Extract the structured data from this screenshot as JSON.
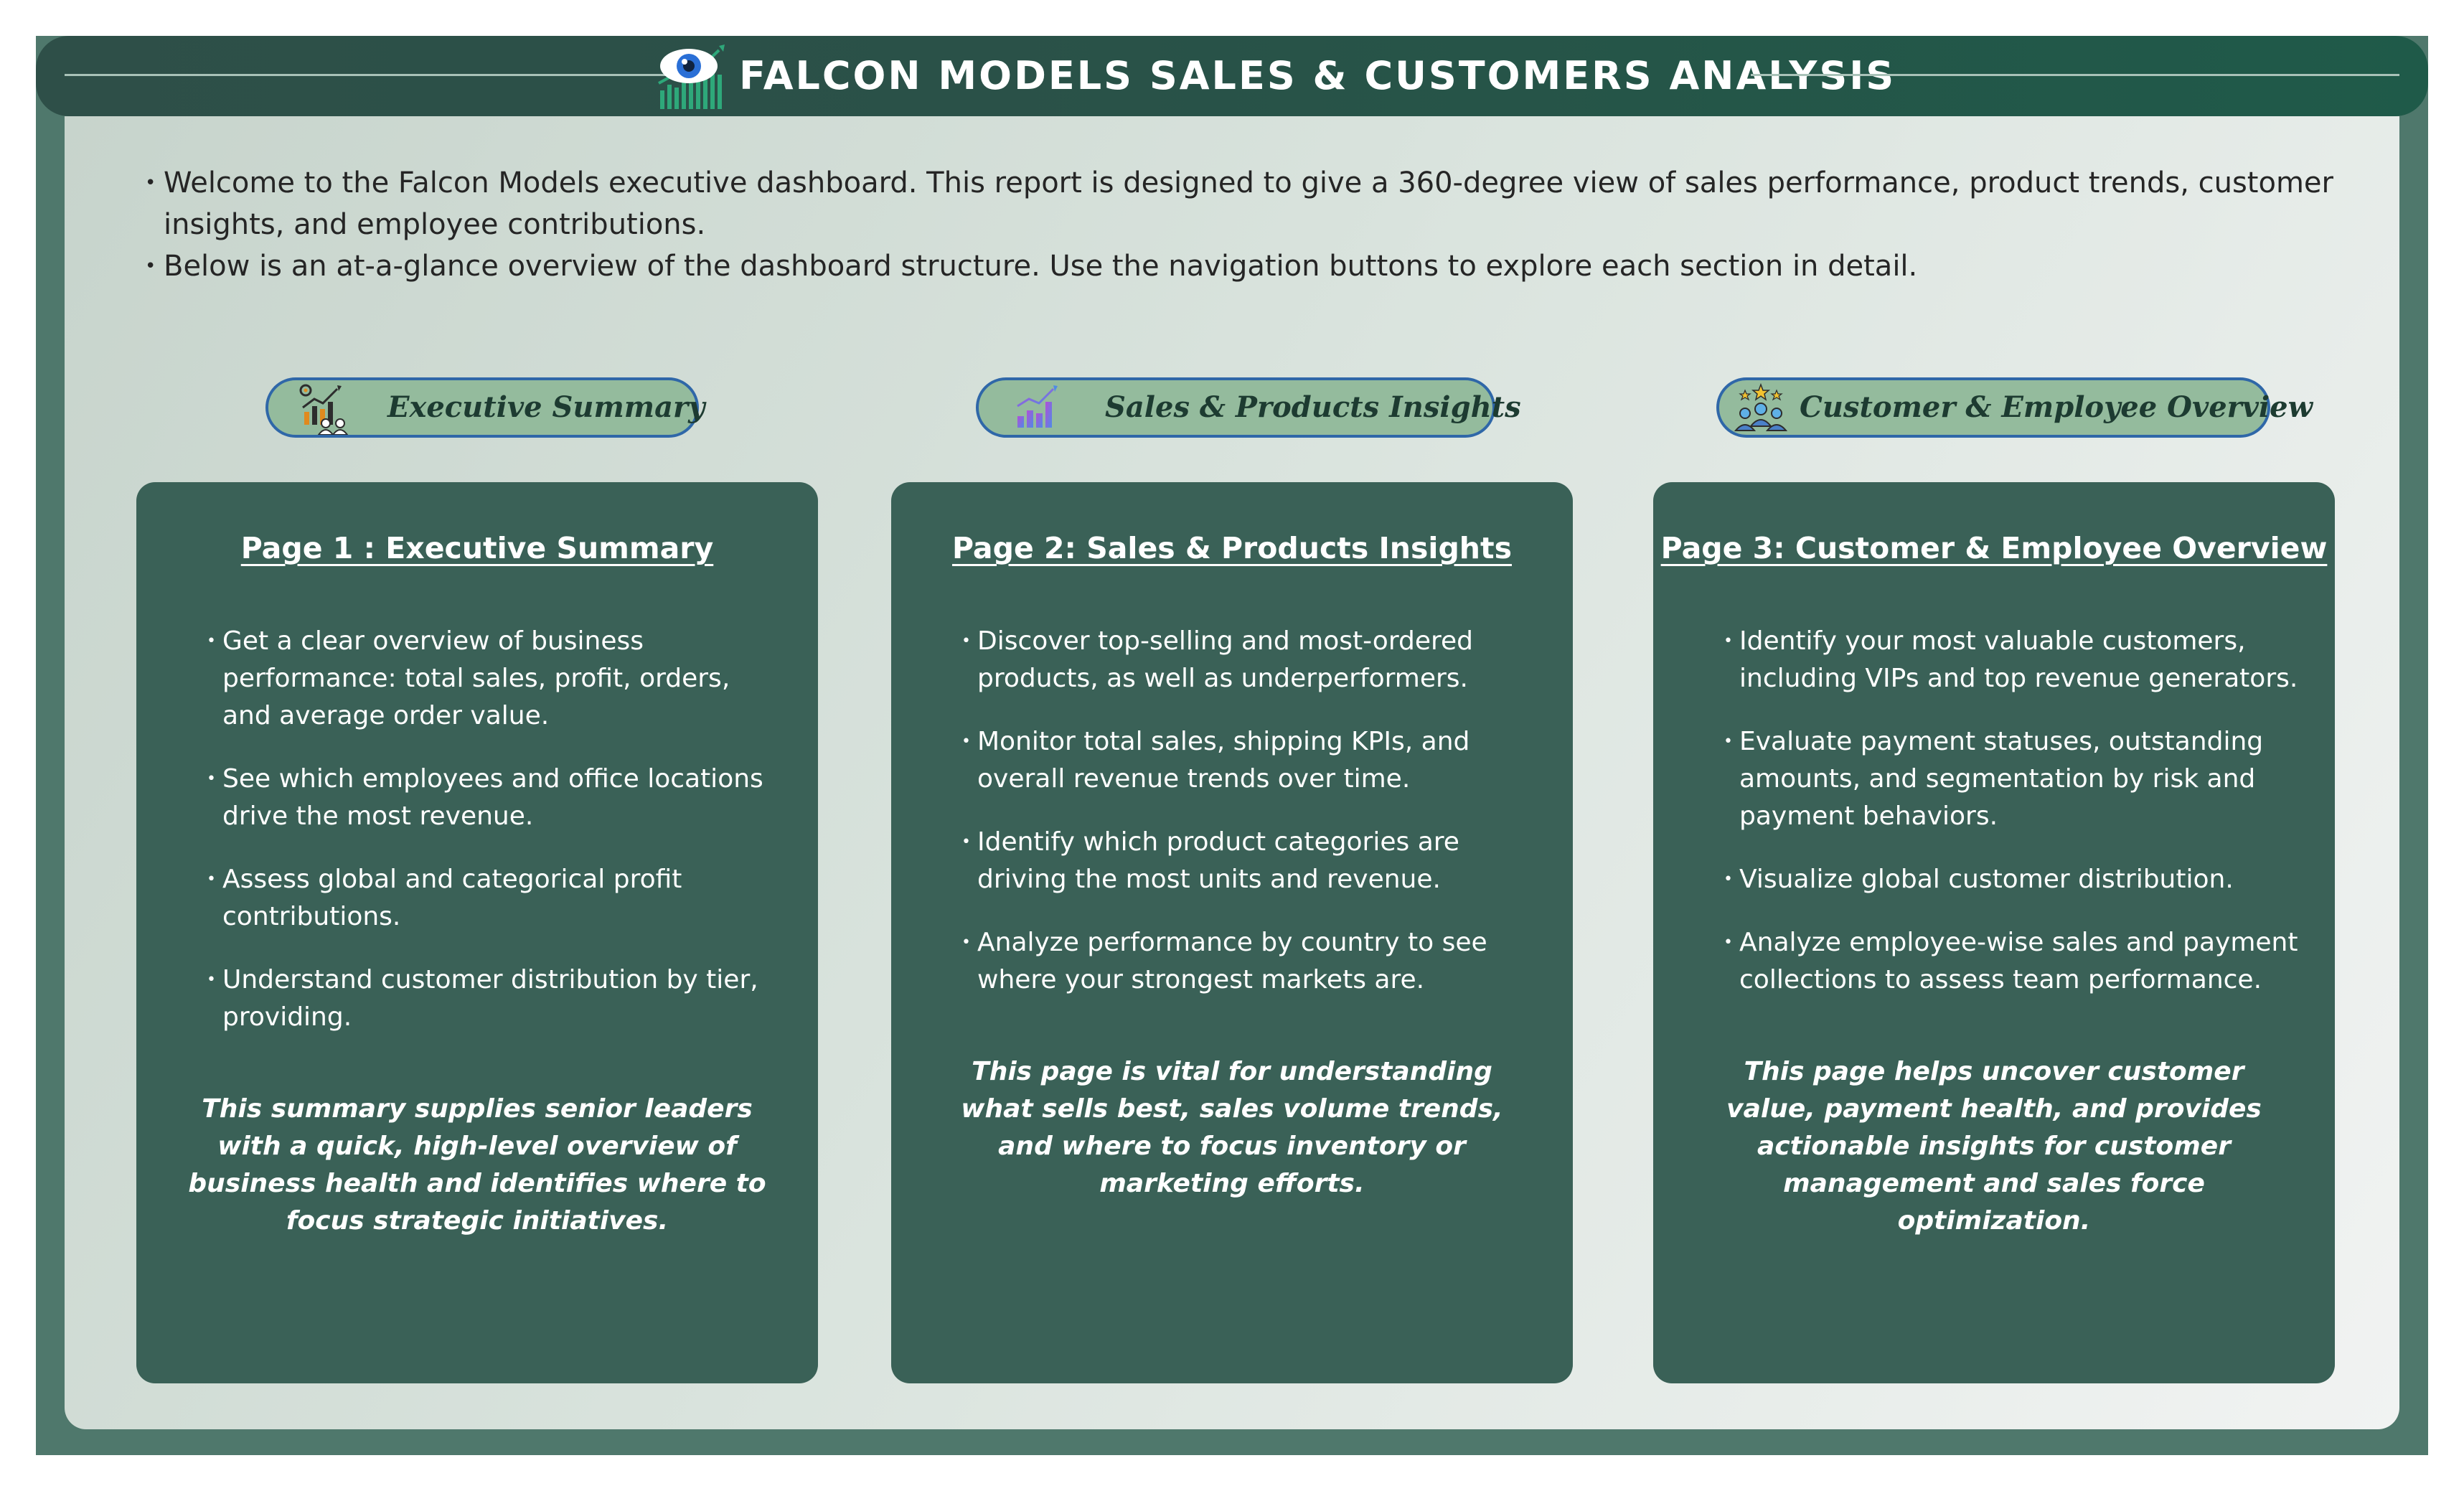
{
  "header": {
    "title": "FALCON MODELS SALES & CUSTOMERS ANALYSIS",
    "icon": "eye-chart-logo-icon"
  },
  "intro": [
    "Welcome to the Falcon Models executive dashboard. This report is designed to give a 360-degree view of sales performance, product trends, customer insights, and employee contributions.",
    "Below is an at-a-glance overview of the dashboard structure. Use the navigation buttons to explore each section in detail."
  ],
  "nav": [
    {
      "label": "Executive Summary",
      "icon": "executive-growth-icon"
    },
    {
      "label": "Sales & Products Insights",
      "icon": "bar-chart-icon"
    },
    {
      "label": "Customer & Employee Overview",
      "icon": "team-icon"
    }
  ],
  "cards": [
    {
      "title": "Page 1 : Executive Summary",
      "items": [
        "Get a clear overview of business performance: total sales, profit, orders, and average order value.",
        "See which employees and office locations drive the most revenue.",
        "Assess global and categorical profit contributions.",
        "Understand customer distribution by tier, providing."
      ],
      "summary": "This summary supplies senior leaders with a quick, high-level overview of business health and identifies where to focus strategic initiatives."
    },
    {
      "title": "Page 2: Sales & Products Insights",
      "items": [
        "Discover top-selling and most-ordered products, as well as underperformers.",
        "Monitor total sales, shipping KPIs, and overall revenue trends over time.",
        "Identify which product categories are driving the most units and revenue.",
        "Analyze performance by country to see where your strongest markets are."
      ],
      "summary": "This page is vital for understanding what sells best, sales volume trends, and where to focus inventory or marketing efforts."
    },
    {
      "title": "Page 3: Customer & Employee Overview",
      "items": [
        "Identify your most valuable customers, including VIPs and top revenue generators.",
        "Evaluate payment statuses, outstanding amounts, and segmentation by risk and payment behaviors.",
        "Visualize global customer distribution.",
        "Analyze employee-wise sales and payment collections to assess team performance."
      ],
      "summary": "This page helps uncover customer value, payment health, and provides actionable insights for customer management and sales force optimization."
    }
  ],
  "colors": {
    "frame": "#4f786c",
    "header": "#2a5148",
    "card": "#3a6157",
    "button": "#94bb9d",
    "button_border": "#2f67a8"
  }
}
